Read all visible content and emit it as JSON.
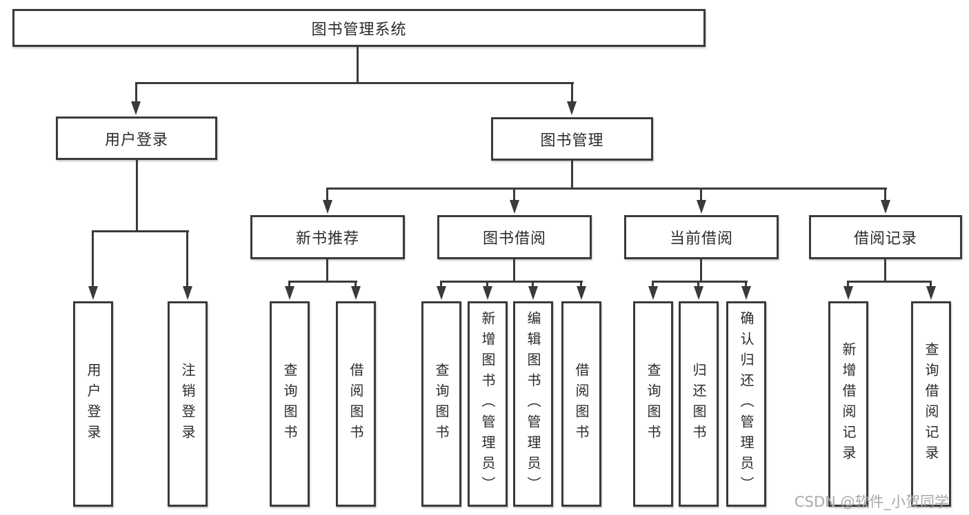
{
  "page": {
    "background": "#ffffff"
  },
  "colors": {
    "line": "#3a3a3a",
    "box_border": "#3a3a3a",
    "box_background": "#ffffff",
    "text": "#2b2b2b",
    "watermark": "#a8a8a8"
  },
  "watermark": "CSDN @软件_小贺同学",
  "tree": {
    "label": "图书管理系统",
    "children": [
      {
        "label": "用户登录",
        "children": [
          {
            "label": "用户登录"
          },
          {
            "label": "注销登录"
          }
        ]
      },
      {
        "label": "图书管理",
        "children": [
          {
            "label": "新书推荐",
            "children": [
              {
                "label": "查询图书"
              },
              {
                "label": "借阅图书"
              }
            ]
          },
          {
            "label": "图书借阅",
            "children": [
              {
                "label": "查询图书"
              },
              {
                "label": "新增图书（管理员）"
              },
              {
                "label": "编辑图书（管理员）"
              },
              {
                "label": "借阅图书"
              }
            ]
          },
          {
            "label": "当前借阅",
            "children": [
              {
                "label": "查询图书"
              },
              {
                "label": "归还图书"
              },
              {
                "label": "确认归还（管理员）"
              }
            ]
          },
          {
            "label": "借阅记录",
            "children": [
              {
                "label": "新增借阅记录"
              },
              {
                "label": "查询借阅记录"
              }
            ]
          }
        ]
      }
    ]
  }
}
